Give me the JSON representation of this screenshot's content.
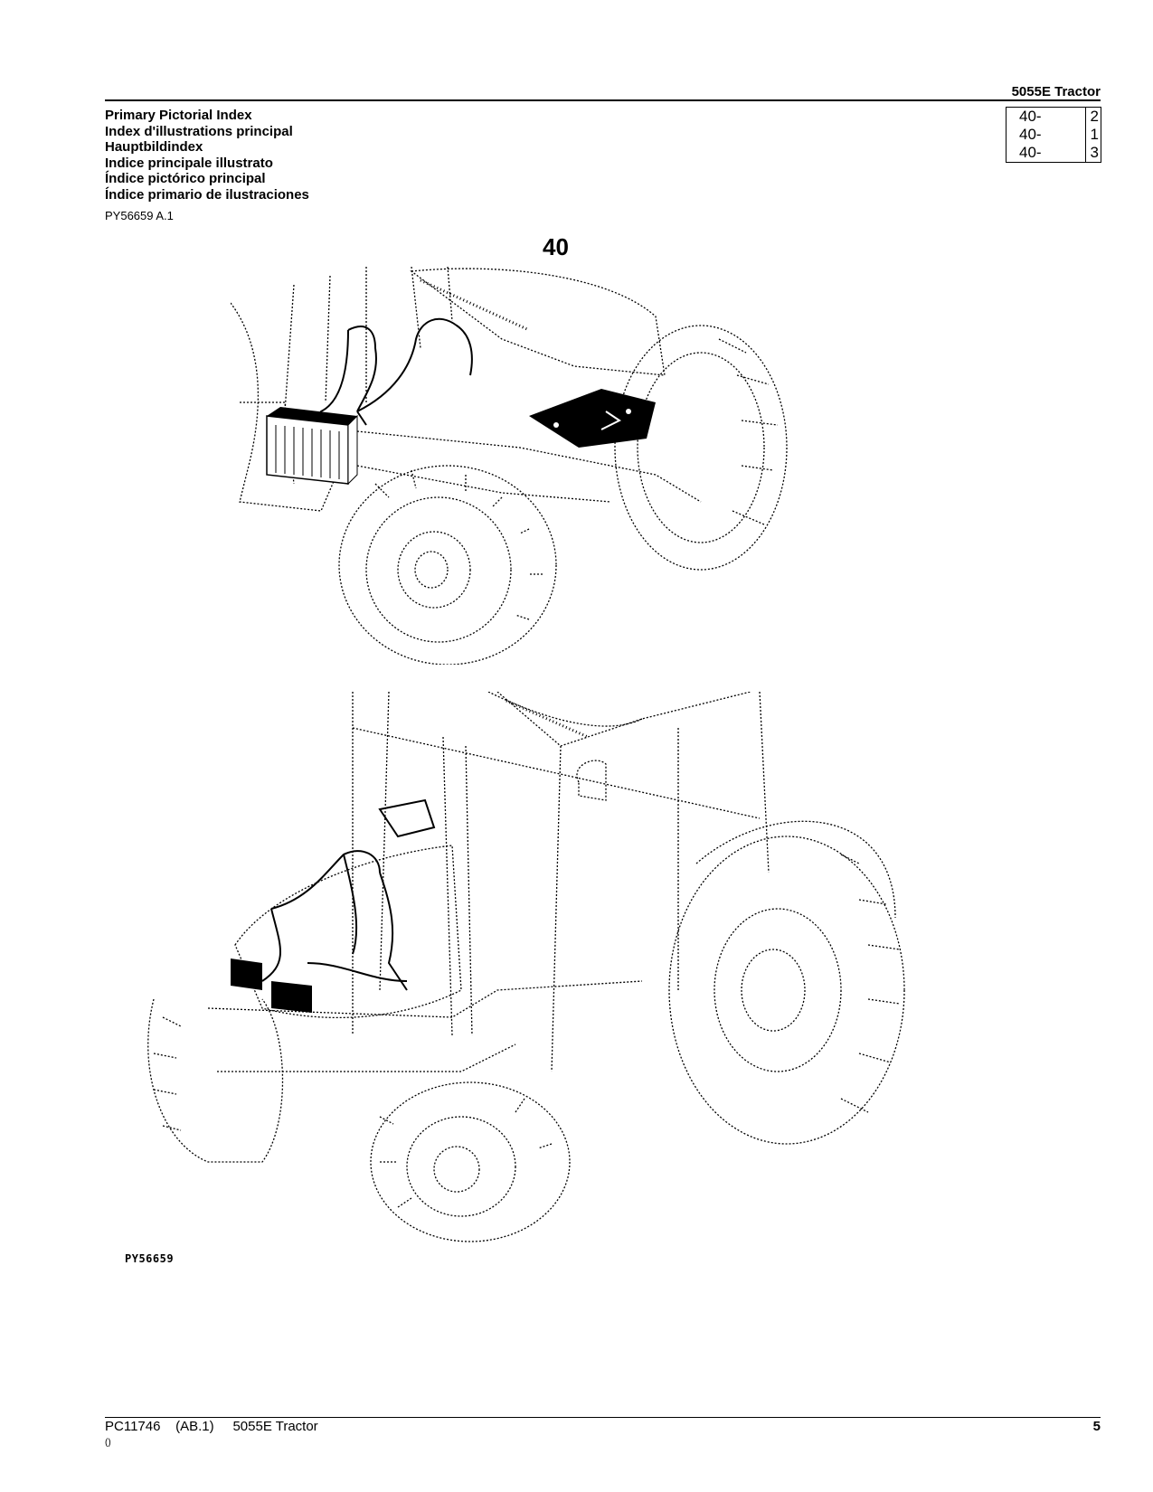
{
  "header": {
    "title": "5055E  Tractor"
  },
  "index_titles": [
    "Primary Pictorial Index",
    "Index d'illustrations principal",
    "Hauptbildindex",
    "Indice principale illustrato",
    "Índice pictórico principal",
    "Índice primario de ilustraciones"
  ],
  "ref_box": [
    {
      "prefix": "40-",
      "num": "2"
    },
    {
      "prefix": "40-",
      "num": "1"
    },
    {
      "prefix": "40-",
      "num": "3"
    }
  ],
  "ref_code": "PY56659 A.1",
  "section_number": "40",
  "figure_code": "PY56659",
  "illustrations": [
    {
      "subject": "rear tractor view with battery and wiring harness",
      "icon": "tractor-rear-illustration"
    },
    {
      "subject": "front tractor view with headlights and wiring harness",
      "icon": "tractor-front-illustration"
    }
  ],
  "footer": {
    "left": "PC11746    (AB.1)     5055E Tractor",
    "sub": "()",
    "page": "5"
  }
}
